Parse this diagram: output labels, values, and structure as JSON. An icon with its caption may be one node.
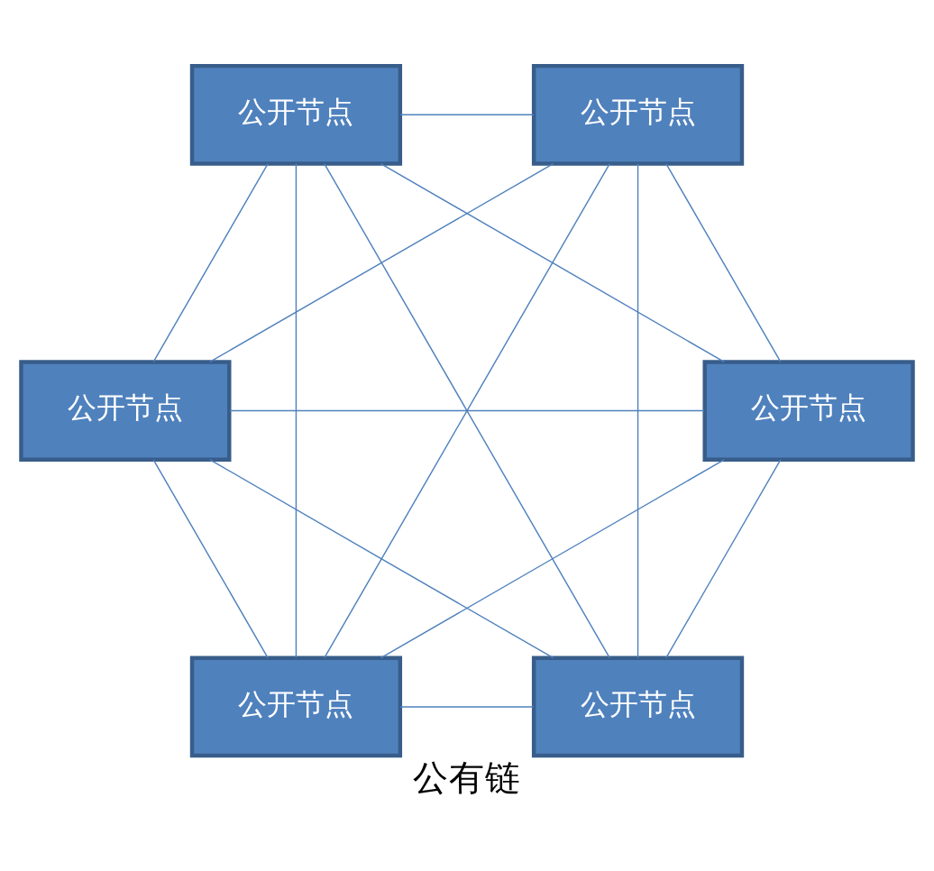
{
  "diagram": {
    "caption": "公有链",
    "nodes": [
      {
        "text": [
          "公开节点"
        ]
      },
      {
        "text": [
          "公开节点"
        ]
      },
      {
        "text": [
          "公开节点"
        ]
      },
      {
        "text": [
          "公开节点"
        ]
      },
      {
        "text": [
          "公开节点"
        ]
      },
      {
        "text": [
          "公开节点"
        ]
      }
    ],
    "edges": [
      {
        "from": 0,
        "to": 1,
        "arrow": "none"
      },
      {
        "from": 0,
        "to": 2,
        "arrow": "none"
      },
      {
        "from": 0,
        "to": 3,
        "arrow": "none"
      },
      {
        "from": 0,
        "to": 4,
        "arrow": "none"
      },
      {
        "from": 0,
        "to": 5,
        "arrow": "none"
      },
      {
        "from": 1,
        "to": 2,
        "arrow": "none"
      },
      {
        "from": 1,
        "to": 3,
        "arrow": "none"
      },
      {
        "from": 1,
        "to": 4,
        "arrow": "none"
      },
      {
        "from": 1,
        "to": 5,
        "arrow": "none"
      },
      {
        "from": 2,
        "to": 3,
        "arrow": "none"
      },
      {
        "from": 2,
        "to": 4,
        "arrow": "none"
      },
      {
        "from": 2,
        "to": 5,
        "arrow": "none"
      },
      {
        "from": 3,
        "to": 4,
        "arrow": "none"
      },
      {
        "from": 3,
        "to": 5,
        "arrow": "none"
      },
      {
        "from": 4,
        "to": 5,
        "arrow": "none"
      }
    ]
  }
}
